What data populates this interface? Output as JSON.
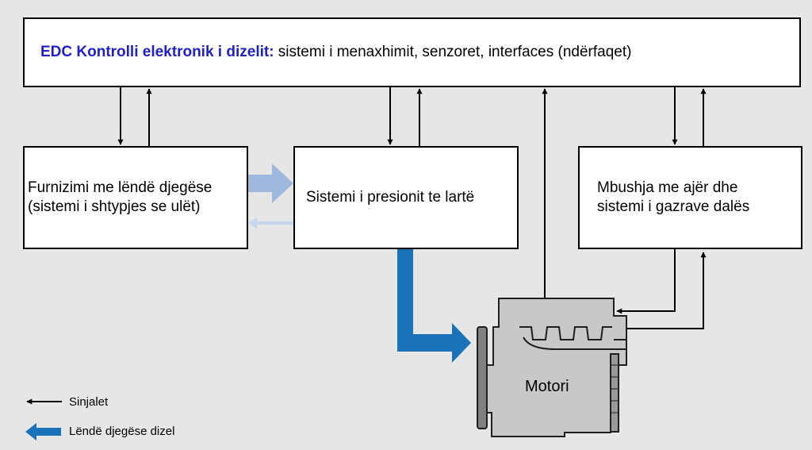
{
  "edc": {
    "title": "EDC Kontrolli elektronik i dizelit:",
    "description": " sistemi i menaxhimit, senzoret, interfaces (ndërfaqet)"
  },
  "fuel_supply": {
    "line1": "Furnizimi me lëndë djegëse",
    "line2": " (sistemi i shtypjes se ulët)"
  },
  "high_pressure": {
    "line1": "Sistemi i presionit te lartë"
  },
  "air_exhaust": {
    "line1": "Mbushja me ajër dhe",
    "line2": "sistemi i gazrave dalës"
  },
  "engine": {
    "label": "Motori"
  },
  "legend": {
    "signals": "Sinjalet",
    "fuel": "Lëndë djegëse dizel"
  },
  "colors": {
    "edc_title": "#1f1fc8",
    "fuel_flow": "#1a72b8",
    "fuel_flow_light": "#9db8dc",
    "return_flow": "#c5d6ec",
    "engine_body": "#c8c8c8"
  }
}
